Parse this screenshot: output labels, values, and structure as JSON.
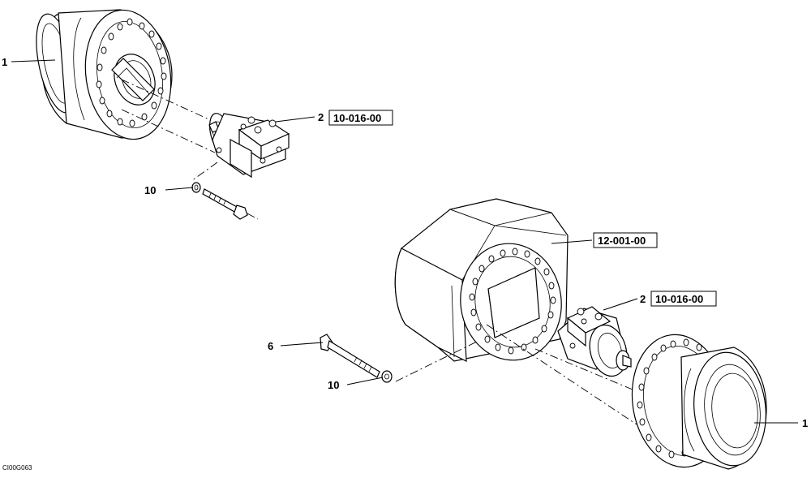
{
  "diagram": {
    "callouts": {
      "drive_left": "1",
      "drive_right": "1",
      "motor_top": "2",
      "motor_bottom": "2",
      "washer_top": "10",
      "washer_bottom": "10",
      "bolt": "6"
    },
    "references": {
      "motor_top": "10-016-00",
      "motor_bottom": "10-016-00",
      "frame": "12-001-00"
    },
    "drawing_code": "CI00G063"
  }
}
